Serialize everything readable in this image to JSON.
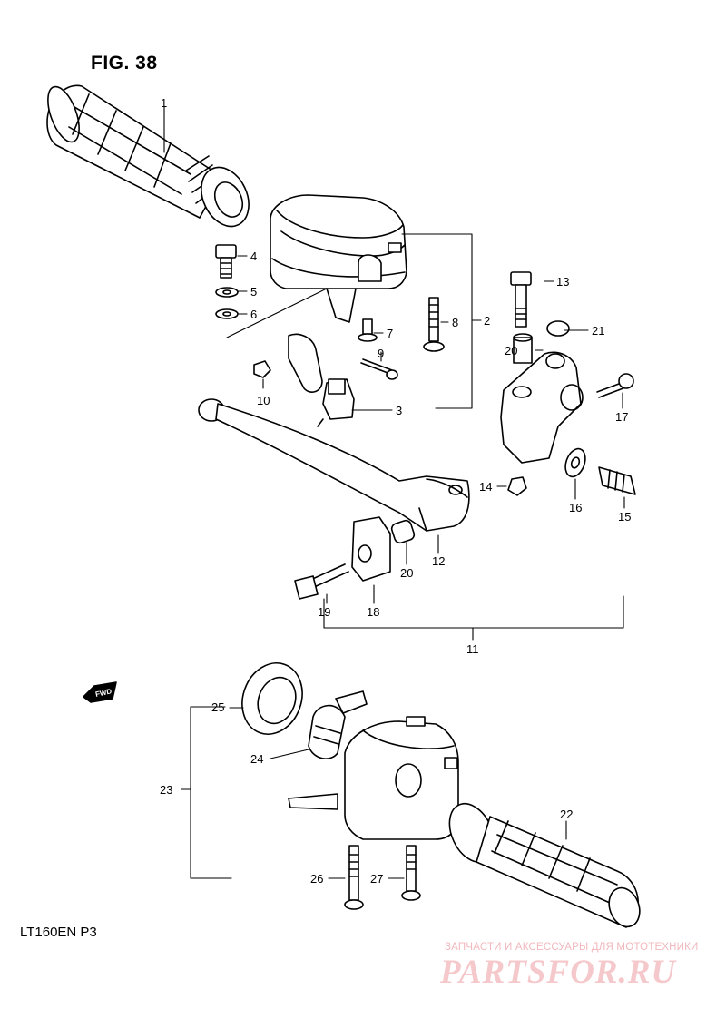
{
  "figure": {
    "title": "FIG. 38",
    "model_code": "LT160EN  P3",
    "fwd_arrow": "FWD"
  },
  "watermark": {
    "caption": "ЗАПЧАСТИ И АКСЕССУАРЫ ДЛЯ МОТОТЕХНИКИ",
    "logo": "PARTSFOR.RU",
    "color": "#f5c9cc"
  },
  "part_labels": {
    "p1": "1",
    "p2": "2",
    "p3": "3",
    "p4": "4",
    "p5": "5",
    "p6": "6",
    "p7": "7",
    "p8": "8",
    "p9": "9",
    "p10": "10",
    "p11": "11",
    "p12": "12",
    "p13": "13",
    "p14": "14",
    "p15": "15",
    "p16": "16",
    "p17": "17",
    "p18": "18",
    "p19": "19",
    "p20a": "20",
    "p20b": "20",
    "p21": "21",
    "p22": "22",
    "p23": "23",
    "p24": "24",
    "p25": "25",
    "p26": "26",
    "p27": "27"
  }
}
